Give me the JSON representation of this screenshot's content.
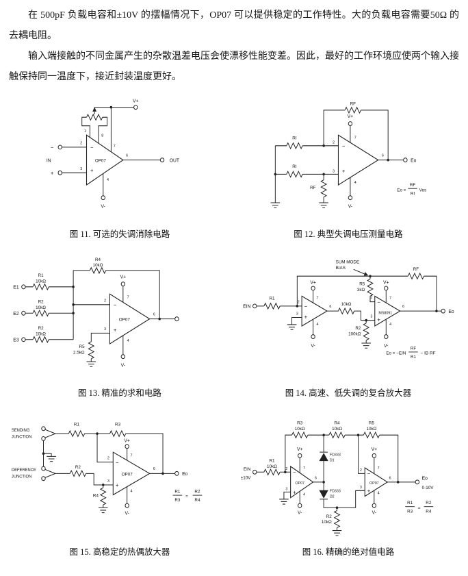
{
  "page": {
    "para1": "在 500pF 负载电容和±10V 的摆幅情况下，OP07 可以提供稳定的工作特性。大的负载电容需要50Ω 的去耦电阻。",
    "para2": "输入端接触的不同金属产生的杂散温差电压会使漂移性能变差。因此，最好的工作环境应使两个输入接触保持同一温度下，接近封装温度更好。"
  },
  "sym": {
    "vplus": "V+",
    "vminus": "V-",
    "minus": "−",
    "plus": "+",
    "op07": "OP07",
    "pin1": "1",
    "pin2": "2",
    "pin3": "3",
    "pin4": "4",
    "pin6": "6",
    "pin7": "7",
    "pin8": "8"
  },
  "fig11": {
    "caption": "图 11. 可选的失调消除电路",
    "in": "IN",
    "out": "OUT"
  },
  "fig12": {
    "caption": "图 12. 典型失调电压测量电路",
    "ri": "RI",
    "rf": "RF",
    "eo": "Eo",
    "eq_lhs": "Eo =",
    "eq_num": "RF",
    "eq_den": "RI",
    "eq_rhs": "Vos"
  },
  "fig13": {
    "caption": "图 13. 精准的求和电路",
    "e1": "E1",
    "e2": "E2",
    "e3": "E3",
    "r1": "R1",
    "r2": "R2",
    "r2b": "R2",
    "r4": "R4",
    "r5": "R5",
    "v10k": "10kΩ",
    "v25k": "2.5kΩ"
  },
  "fig14": {
    "caption": "图 14. 高速、低失调的复合放大器",
    "ein": "EIN",
    "r1": "R1",
    "rf": "RF",
    "r5": "R5",
    "v3k": "3kΩ",
    "v10k": "10kΩ",
    "r2": "R2",
    "v100k": "100kΩ",
    "amp2": "MS8091",
    "sum1": "SUM MODE",
    "sum2": "BIAS",
    "eo": "Eo",
    "eq_lhs": "Eo = −EIN",
    "eq_num": "RF",
    "eq_den": "R1",
    "eq_rhs": "− IB·RF"
  },
  "fig15": {
    "caption": "图 15. 高稳定的热偶放大器",
    "sj1": "SENDING",
    "sj2": "JUNCTION",
    "dj1": "DEFERENCE",
    "dj2": "JUNCTION",
    "r1": "R1",
    "r2": "R2",
    "r3": "R3",
    "r4": "R4",
    "eo": "Eo",
    "eq_n1": "R1",
    "eq_d1": "R3",
    "eq_sign": "=",
    "eq_n2": "R2",
    "eq_d2": "R4"
  },
  "fig16": {
    "caption": "图 16. 精确的绝对值电路",
    "ein": "EIN",
    "pm10": "±10V",
    "r1": "R1",
    "r2": "R2",
    "r3": "R3",
    "r4": "R4",
    "r5": "R5",
    "v10k": "10kΩ",
    "d_part": "FD333",
    "d1": "D1",
    "d2": "D2",
    "eo": "Eo",
    "range": "0-10V",
    "eq_n1": "R1",
    "eq_d1": "R3",
    "eq_sign": "=",
    "eq_n2": "R2",
    "eq_d2": "R4"
  }
}
